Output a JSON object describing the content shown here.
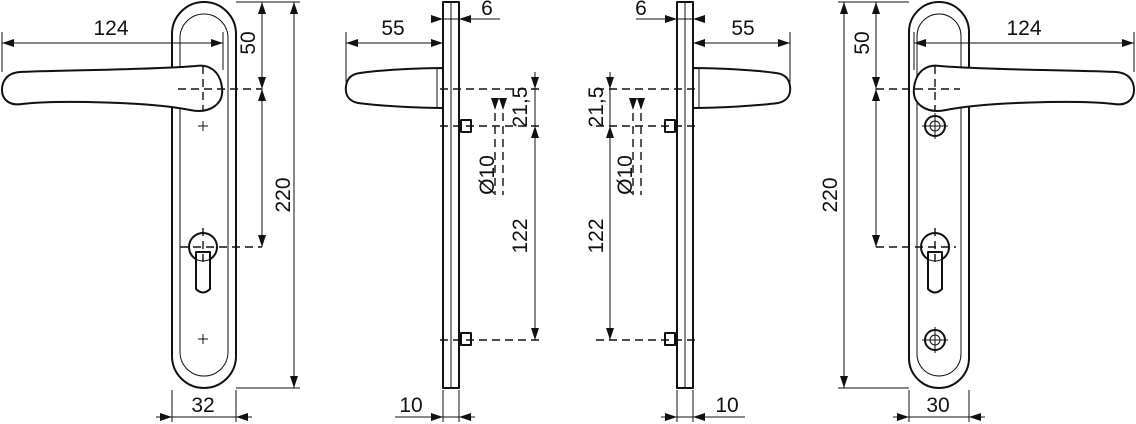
{
  "dimensions": {
    "left_front_view": {
      "lever_length": "124",
      "spindle_to_top": "50",
      "spindle_to_cylinder": "220",
      "plate_width": "32"
    },
    "left_side_view": {
      "lever_projection": "55",
      "plate_thickness_top": "6",
      "spindle_offset": "21,5",
      "spindle_diameter": "Ø10",
      "fixing_centres": "122",
      "plate_thickness_bottom": "10"
    },
    "right_side_view": {
      "plate_thickness_top": "6",
      "lever_projection": "55",
      "spindle_offset": "21,5",
      "spindle_diameter": "Ø10",
      "fixing_centres": "122",
      "plate_thickness_bottom": "10"
    },
    "right_front_view": {
      "spindle_to_top": "50",
      "lever_length": "124",
      "spindle_to_cylinder": "220",
      "plate_width": "30"
    }
  }
}
